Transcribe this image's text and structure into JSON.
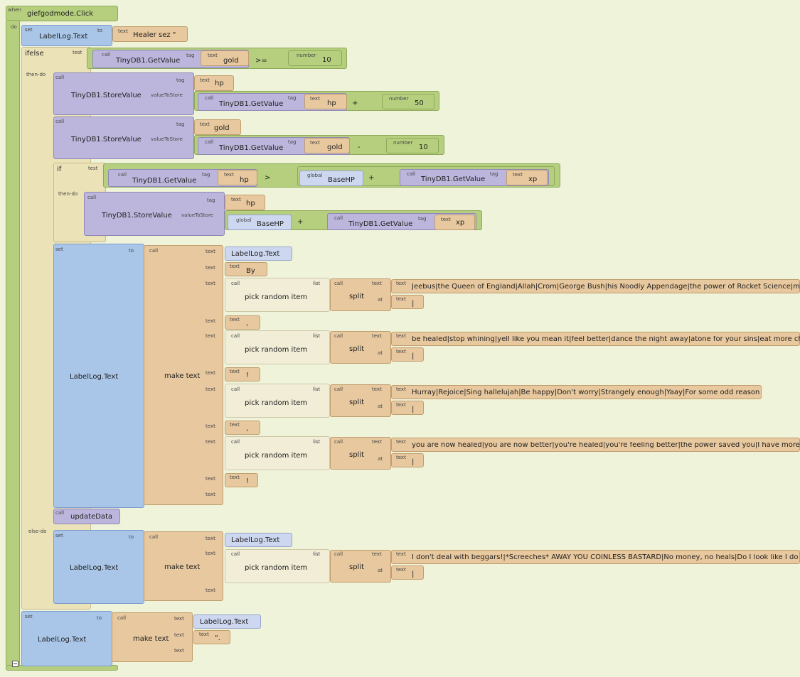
{
  "event": {
    "when": "when",
    "name": "giefgodmode.Click",
    "do": "do"
  },
  "kw": {
    "set": "set",
    "to": "to",
    "text": "text",
    "call": "call",
    "tag": "tag",
    "valueToStore": "valueToStore",
    "number": "number",
    "global": "global",
    "list": "list",
    "at": "at",
    "test": "test",
    "ifelse": "ifelse",
    "if": "if",
    "then_do": "then-do",
    "else_do": "else-do"
  },
  "labels": {
    "labellog": "LabelLog.Text",
    "getvalue": "TinyDB1.GetValue",
    "storevalue": "TinyDB1.StoreValue",
    "basehp": "BaseHP",
    "make_text": "make text",
    "pick_random": "pick random item",
    "split": "split",
    "update_data": "updateData",
    "collapse_icon": "minus-icon"
  },
  "ops": {
    "gte": ">=",
    "gt": ">",
    "plus": "+",
    "minus": "-"
  },
  "values": {
    "healer_sez": "Healer sez \"",
    "gold": "gold",
    "hp": "hp",
    "xp": "xp",
    "n10": "10",
    "n50": "50",
    "by": "By",
    "comma": ",",
    "bang": "!",
    "sep": "|",
    "closequote": "\"."
  },
  "phrases": {
    "who": "Jeebus|the Queen of England|Allah|Crom|George Bush|his Noodly Appendage|the power of Rocket Science|my uncle Bob|the Flying Spaghetti Monster",
    "action": "be healed|stop whining|yell like you mean it|feel better|dance the night away|atone for your sins|eat more chicken",
    "cheer": "Hurray|Rejoice|Sing hallelujah|Be happy|Don't worry|Strangely enough|Yaay|For some odd reason",
    "result": "you are now healed|you are now better|you're healed|you're feeling better|the power saved you|I have more gold now",
    "beggar": "I don't deal with beggars!|*Screeches* AWAY YOU COINLESS BASTARD|No money, no heals|Do I look like I do this for free?"
  }
}
